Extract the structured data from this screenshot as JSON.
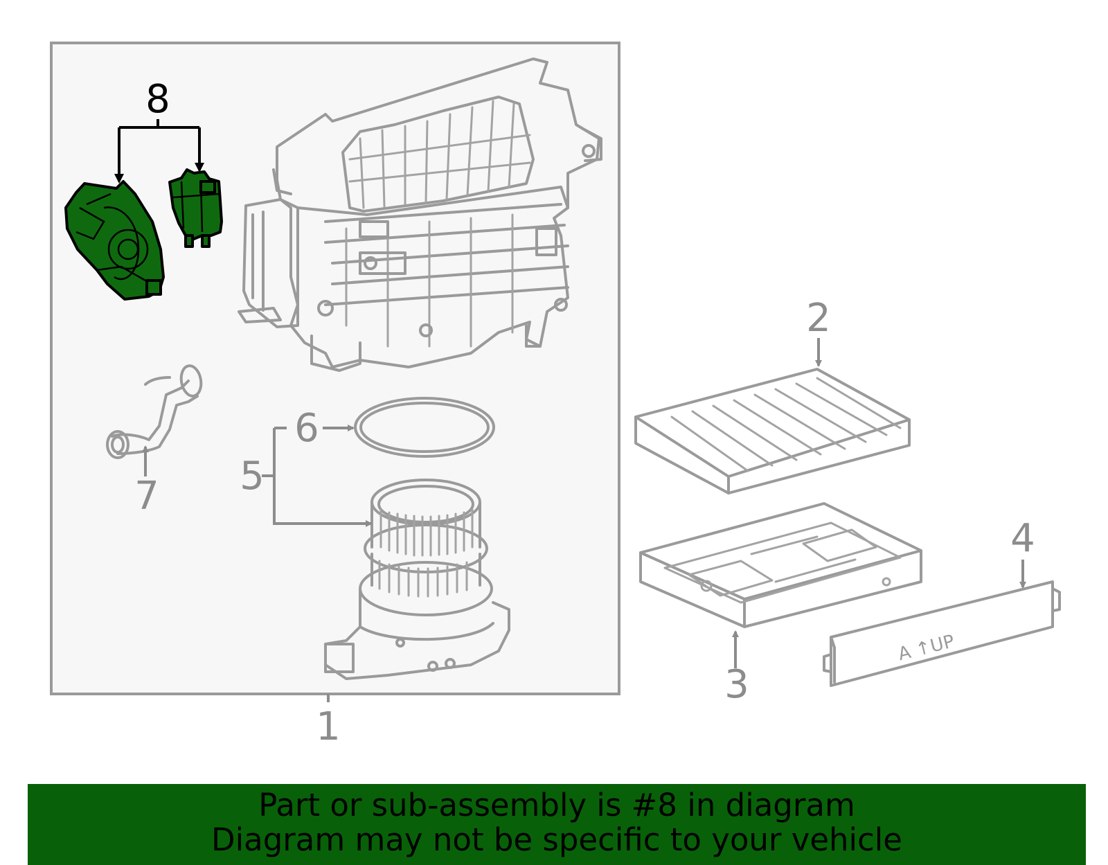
{
  "callouts": {
    "c1": "1",
    "c2": "2",
    "c3": "3",
    "c4": "4",
    "c5": "5",
    "c6": "6",
    "c7": "7",
    "c8": "8"
  },
  "panel_text": "A ↑UP",
  "banner": {
    "line1": "Part or sub-assembly is #8 in diagram",
    "line2": "Diagram may not be specific to your vehicle"
  },
  "colors": {
    "highlight_part": "#0f6a0f",
    "banner_background": "#086108",
    "line_art": "#9a9a9a",
    "assembly_box_fill": "#f7f7f7"
  }
}
